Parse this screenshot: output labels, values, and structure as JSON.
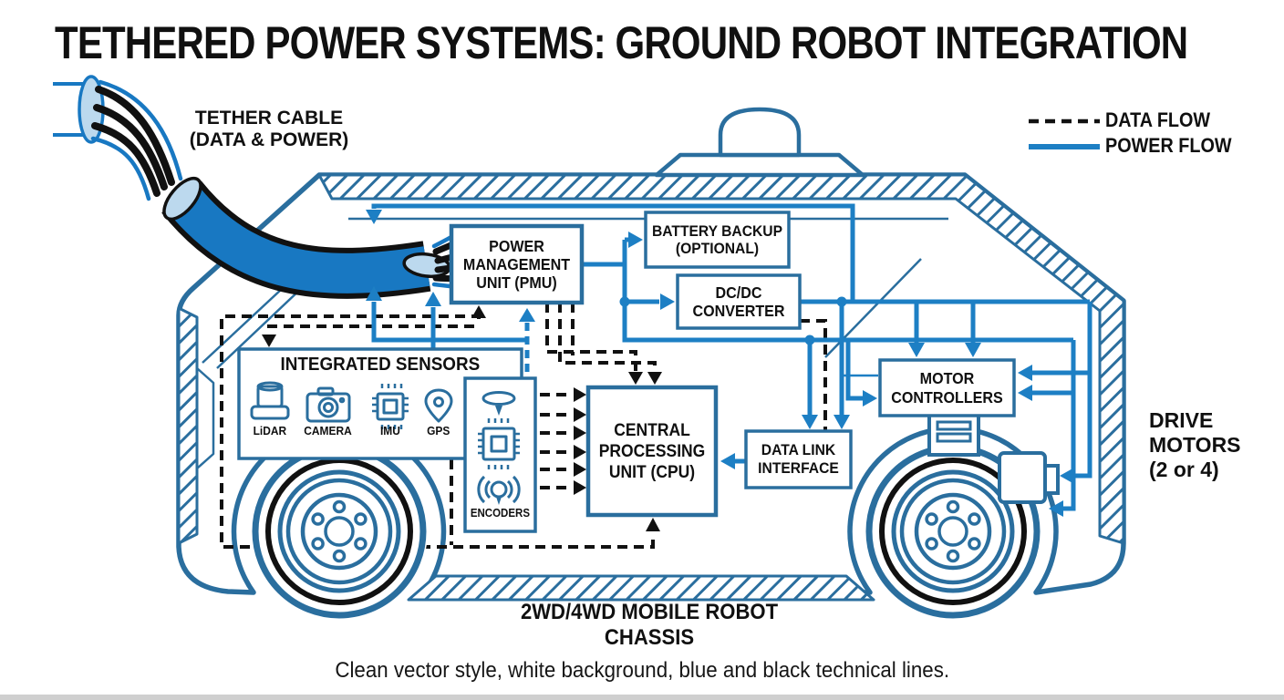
{
  "title": "TETHERED POWER SYSTEMS: GROUND ROBOT INTEGRATION",
  "tether_cable": {
    "line1": "TETHER CABLE",
    "line2": "(DATA & POWER)"
  },
  "legend": {
    "data_flow": "DATA FLOW",
    "power_flow": "POWER FLOW"
  },
  "boxes": {
    "pmu": "POWER MANAGEMENT UNIT (PMU)",
    "battery_backup": "BATTERY BACKUP (OPTIONAL)",
    "dcdc": "DC/DC CONVERTER",
    "integrated_sensors": "INTEGRATED SENSORS",
    "cpu": "CENTRAL PROCESSING UNIT (CPU)",
    "data_link": "DATA LINK INTERFACE",
    "motor_controllers": "MOTOR CONTROLLERS",
    "encoders": "ENCODERS"
  },
  "sensors": {
    "items": [
      {
        "label": "LiDAR"
      },
      {
        "label": "CAMERA"
      },
      {
        "label": "IMU"
      },
      {
        "label": "GPS"
      }
    ]
  },
  "drive_motors": {
    "lines": [
      "DRIVE",
      "MOTORS",
      "(2 or 4)"
    ]
  },
  "chassis_label": "2WD/4WD MOBILE ROBOT CHASSIS",
  "caption": "Clean vector style, white background, blue and black technical lines.",
  "colors": {
    "outline_blue": "#2a6e9e",
    "power_blue": "#1d7fc4",
    "cable_blue": "#1878c2",
    "cable_cap": "#bcd9ee",
    "ink": "#111111"
  }
}
